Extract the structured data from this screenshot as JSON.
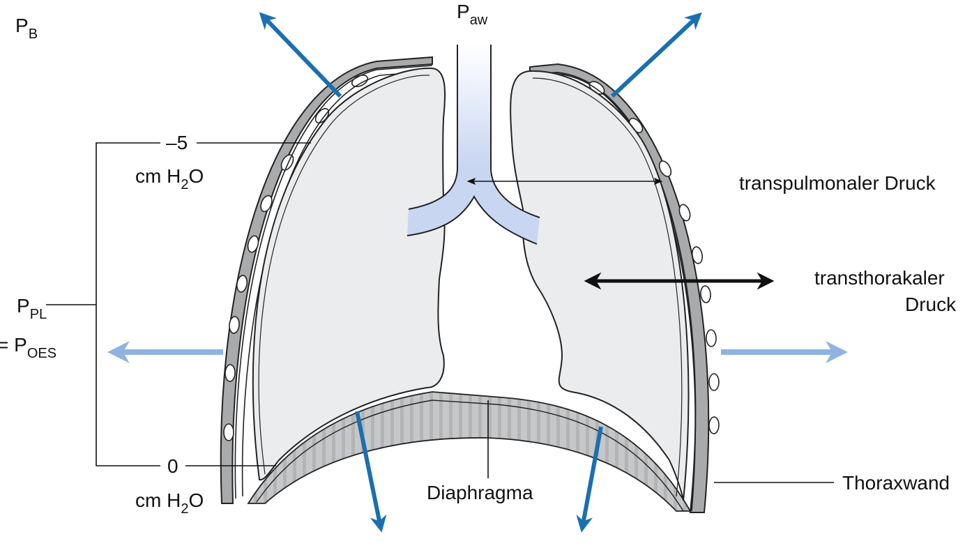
{
  "labels": {
    "pb_main": "P",
    "pb_sub": "B",
    "paw_main": "P",
    "paw_sub": "aw",
    "minus5": "–5",
    "unit_cm": "cm H",
    "unit_2": "2",
    "unit_o": "O",
    "ppl_main": "P",
    "ppl_sub": "PL",
    "eq": "= P",
    "poes_sub": "OES",
    "zero": "0",
    "transpulmonal": "transpulmonaler Druck",
    "transthorakal_1": "transthorakaler",
    "transthorakal_2": "Druck",
    "diaphragma": "Diaphragma",
    "thoraxwand": "Thoraxwand"
  },
  "colors": {
    "dark_blue_arrow": "#1a6fb0",
    "light_blue_arrow": "#8fb3e0",
    "lung_fill": "#ebeced",
    "wall_fill": "#a9aaac",
    "airway_fill": "#c9d6f2",
    "diaphragm_fill": "#c4c5c6"
  }
}
